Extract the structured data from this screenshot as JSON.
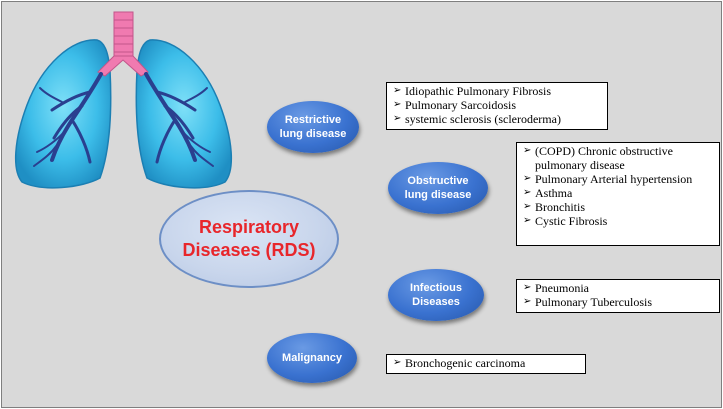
{
  "diagram": {
    "center": {
      "label": "Respiratory\nDiseases (RDS)",
      "text_color": "#e8262b"
    },
    "bullet_char": "➢",
    "categories": [
      {
        "label": "Restrictive\nlung disease",
        "items": [
          "Idiopathic Pulmonary Fibrosis",
          "Pulmonary Sarcoidosis",
          "systemic sclerosis (scleroderma)"
        ]
      },
      {
        "label": "Obstructive\nlung disease",
        "items": [
          "(COPD) Chronic obstructive pulmonary disease",
          "Pulmonary Arterial hypertension",
          "Asthma",
          "Bronchitis",
          "Cystic Fibrosis"
        ]
      },
      {
        "label": "Infectious\nDiseases",
        "items": [
          "Pneumonia",
          "Pulmonary Tuberculosis"
        ]
      },
      {
        "label": "Malignancy",
        "items": [
          "Bronchogenic carcinoma"
        ]
      }
    ],
    "colors": {
      "category_fill": "#3a72d0",
      "background": "#d9d9d9",
      "lung_fill": "#35b8e8",
      "trachea": "#f07ab0",
      "bronchi": "#2a3f8f"
    }
  }
}
